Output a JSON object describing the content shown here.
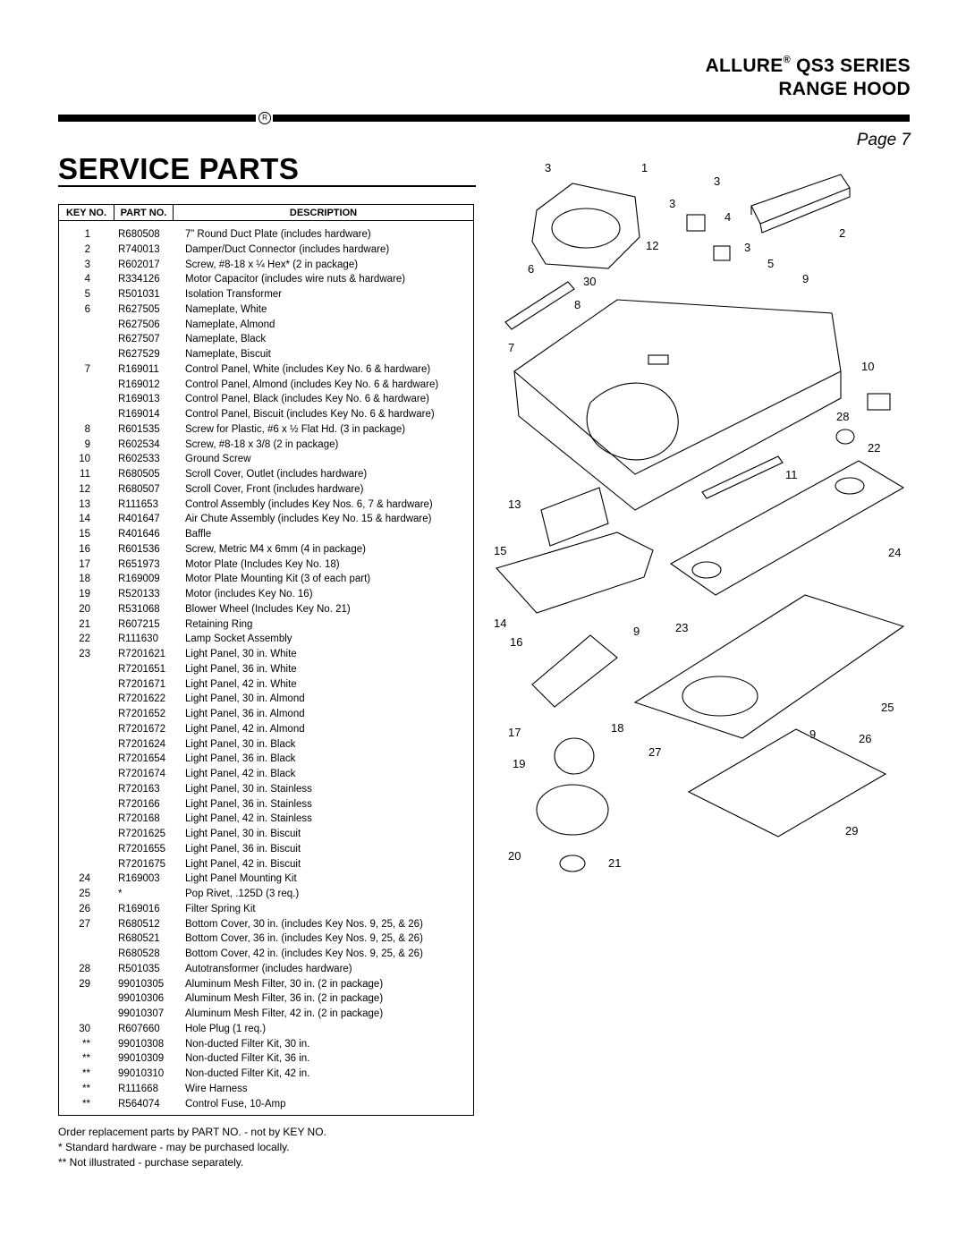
{
  "header": {
    "brand": "ALLURE",
    "brand_mark": "®",
    "series": "QS3 SERIES",
    "product": "RANGE HOOD",
    "rule_mark": "R",
    "page": "Page 7"
  },
  "title": "SERVICE PARTS",
  "table": {
    "columns": [
      "KEY NO.",
      "PART NO.",
      "DESCRIPTION"
    ],
    "rows": [
      [
        "1",
        "R680508",
        "7” Round Duct Plate (includes hardware)"
      ],
      [
        "2",
        "R740013",
        "Damper/Duct Connector (includes hardware)"
      ],
      [
        "3",
        "R602017",
        "Screw, #8-18 x ¼ Hex* (2 in package)"
      ],
      [
        "4",
        "R334126",
        "Motor Capacitor (includes wire nuts & hardware)"
      ],
      [
        "5",
        "R501031",
        "Isolation Transformer"
      ],
      [
        "6",
        "R627505",
        "Nameplate, White"
      ],
      [
        "",
        "R627506",
        "Nameplate, Almond"
      ],
      [
        "",
        "R627507",
        "Nameplate, Black"
      ],
      [
        "",
        "R627529",
        "Nameplate, Biscuit"
      ],
      [
        "7",
        "R169011",
        "Control Panel, White (includes Key No. 6 & hardware)"
      ],
      [
        "",
        "R169012",
        "Control Panel, Almond (includes Key No. 6 & hardware)"
      ],
      [
        "",
        "R169013",
        "Control Panel, Black (includes Key No. 6 & hardware)"
      ],
      [
        "",
        "R169014",
        "Control Panel, Biscuit (includes Key No. 6 & hardware)"
      ],
      [
        "8",
        "R601535",
        "Screw for Plastic, #6 x ½ Flat Hd. (3 in package)"
      ],
      [
        "9",
        "R602534",
        "Screw, #8-18 x 3/8 (2 in package)"
      ],
      [
        "10",
        "R602533",
        "Ground Screw"
      ],
      [
        "11",
        "R680505",
        "Scroll Cover, Outlet (includes hardware)"
      ],
      [
        "12",
        "R680507",
        "Scroll Cover, Front (includes hardware)"
      ],
      [
        "13",
        "R111653",
        "Control Assembly (includes Key Nos. 6, 7 & hardware)"
      ],
      [
        "14",
        "R401647",
        "Air Chute Assembly (includes Key No. 15 & hardware)"
      ],
      [
        "15",
        "R401646",
        "Baffle"
      ],
      [
        "16",
        "R601536",
        "Screw, Metric M4 x 6mm (4 in package)"
      ],
      [
        "17",
        "R651973",
        "Motor Plate (Includes Key No. 18)"
      ],
      [
        "18",
        "R169009",
        "Motor Plate Mounting Kit (3 of each part)"
      ],
      [
        "19",
        "R520133",
        "Motor (includes Key No. 16)"
      ],
      [
        "20",
        "R531068",
        "Blower Wheel (Includes Key No. 21)"
      ],
      [
        "21",
        "R607215",
        "Retaining Ring"
      ],
      [
        "22",
        "R111630",
        "Lamp Socket Assembly"
      ],
      [
        "23",
        "R7201621",
        "Light Panel, 30 in. White"
      ],
      [
        "",
        "R7201651",
        "Light Panel, 36 in. White"
      ],
      [
        "",
        "R7201671",
        "Light Panel, 42 in. White"
      ],
      [
        "",
        "R7201622",
        "Light Panel, 30 in. Almond"
      ],
      [
        "",
        "R7201652",
        "Light Panel, 36 in. Almond"
      ],
      [
        "",
        "R7201672",
        "Light Panel, 42 in. Almond"
      ],
      [
        "",
        "R7201624",
        "Light Panel, 30 in. Black"
      ],
      [
        "",
        "R7201654",
        "Light Panel, 36 in. Black"
      ],
      [
        "",
        "R7201674",
        "Light Panel, 42 in. Black"
      ],
      [
        "",
        "R720163",
        "Light Panel, 30 in. Stainless"
      ],
      [
        "",
        "R720166",
        "Light Panel, 36 in. Stainless"
      ],
      [
        "",
        "R720168",
        "Light Panel, 42 in. Stainless"
      ],
      [
        "",
        "R7201625",
        "Light Panel, 30 in. Biscuit"
      ],
      [
        "",
        "R7201655",
        "Light Panel, 36 in. Biscuit"
      ],
      [
        "",
        "R7201675",
        "Light Panel, 42 in. Biscuit"
      ],
      [
        "24",
        "R169003",
        "Light Panel Mounting Kit"
      ],
      [
        "25",
        "*",
        "Pop Rivet, .125D (3 req.)"
      ],
      [
        "26",
        "R169016",
        "Filter Spring Kit"
      ],
      [
        "27",
        "R680512",
        "Bottom Cover, 30 in. (includes Key Nos. 9, 25, & 26)"
      ],
      [
        "",
        "R680521",
        "Bottom Cover, 36 in. (includes Key Nos. 9, 25, & 26)"
      ],
      [
        "",
        "R680528",
        "Bottom Cover, 42 in. (includes Key Nos. 9, 25, & 26)"
      ],
      [
        "28",
        "R501035",
        "Autotransformer (includes hardware)"
      ],
      [
        "29",
        "99010305",
        "Aluminum Mesh Filter, 30 in. (2 in package)"
      ],
      [
        "",
        "99010306",
        "Aluminum Mesh Filter, 36 in. (2 in package)"
      ],
      [
        "",
        "99010307",
        "Aluminum Mesh Filter, 42 in. (2 in package)"
      ],
      [
        "30",
        "R607660",
        "Hole Plug (1 req.)"
      ],
      [
        "**",
        "99010308",
        "Non-ducted Filter Kit, 30 in."
      ],
      [
        "**",
        "99010309",
        "Non-ducted Filter Kit, 36 in."
      ],
      [
        "**",
        "99010310",
        "Non-ducted Filter Kit, 42 in."
      ],
      [
        "**",
        "R111668",
        "Wire Harness"
      ],
      [
        "**",
        "R564074",
        "Control Fuse, 10-Amp"
      ]
    ]
  },
  "footnotes": {
    "order": "Order replacement parts by PART NO. - not by KEY NO.",
    "star": "* Standard hardware - may be purchased locally.",
    "double_star": "** Not illustrated - purchase separately."
  },
  "diagram": {
    "callouts": [
      "3",
      "1",
      "3",
      "3",
      "4",
      "2",
      "12",
      "3",
      "5",
      "6",
      "30",
      "9",
      "8",
      "7",
      "10",
      "28",
      "22",
      "11",
      "13",
      "15",
      "24",
      "14",
      "9",
      "23",
      "16",
      "25",
      "17",
      "18",
      "9",
      "26",
      "27",
      "19",
      "29",
      "20",
      "21"
    ]
  }
}
